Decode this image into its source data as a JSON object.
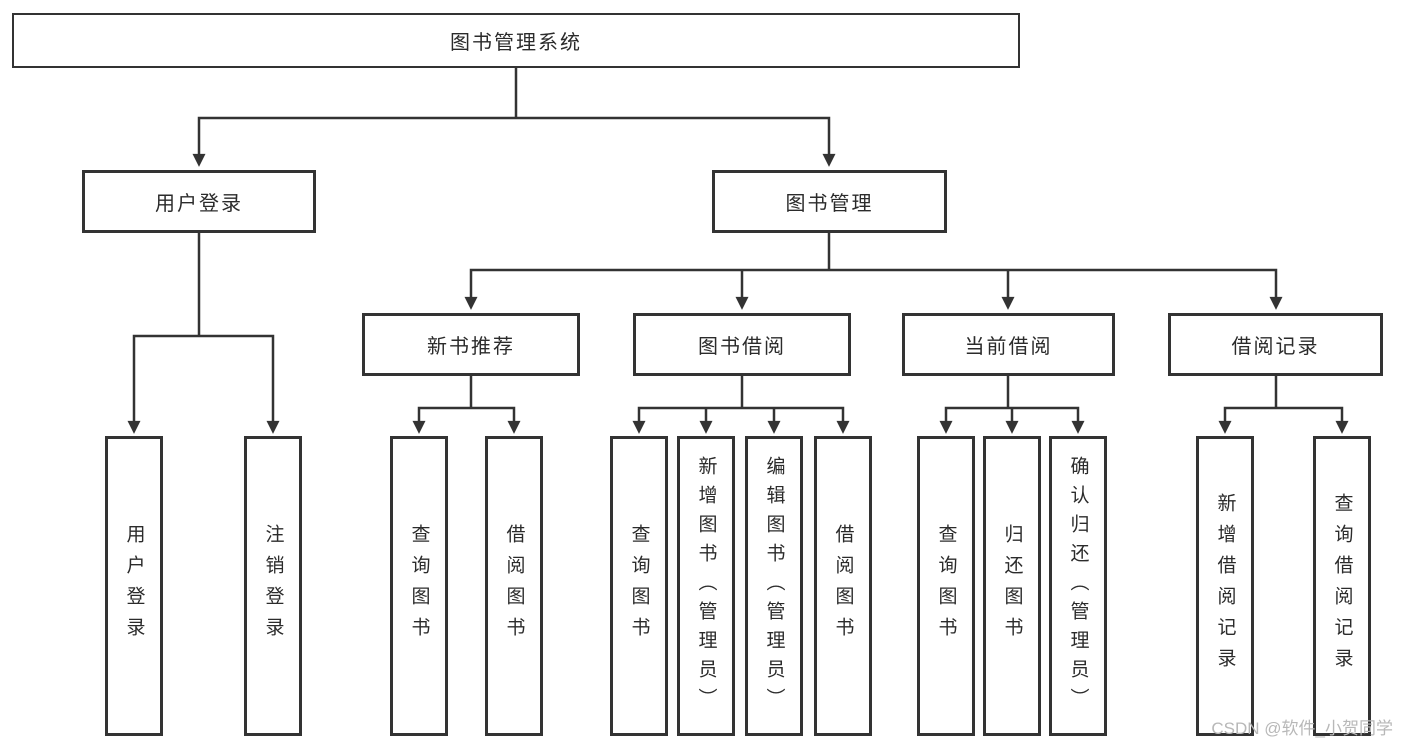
{
  "root": {
    "label": "图书管理系统"
  },
  "level2": [
    {
      "label": "用户登录"
    },
    {
      "label": "图书管理"
    }
  ],
  "level3": [
    {
      "label": "新书推荐"
    },
    {
      "label": "图书借阅"
    },
    {
      "label": "当前借阅"
    },
    {
      "label": "借阅记录"
    }
  ],
  "leaves": {
    "user_login": [
      {
        "label": "用户登录"
      },
      {
        "label": "注销登录"
      }
    ],
    "new_book": [
      {
        "label": "查询图书"
      },
      {
        "label": "借阅图书"
      }
    ],
    "borrow": [
      {
        "label": "查询图书"
      },
      {
        "label": "新增图书（管理员）"
      },
      {
        "label": "编辑图书（管理员）"
      },
      {
        "label": "借阅图书"
      }
    ],
    "current": [
      {
        "label": "查询图书"
      },
      {
        "label": "归还图书"
      },
      {
        "label": "确认归还（管理员）"
      }
    ],
    "records": [
      {
        "label": "新增借阅记录"
      },
      {
        "label": "查询借阅记录"
      }
    ]
  },
  "watermark": "CSDN @软件_小贺同学",
  "colors": {
    "line": "#333333",
    "text": "#2b2b2b",
    "watermark": "#b8b8b8",
    "bg": "#ffffff"
  }
}
